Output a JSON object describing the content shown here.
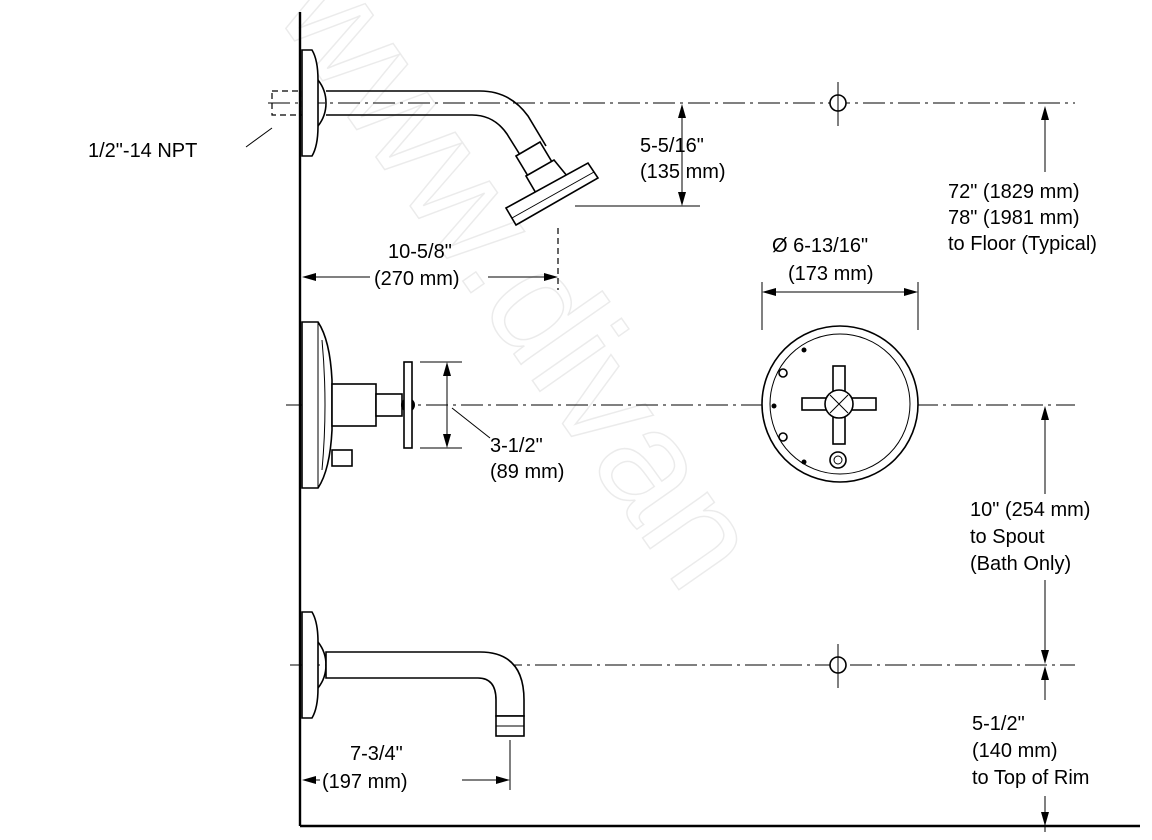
{
  "watermark": "www.divan",
  "labels": {
    "npt": "1/2\"-14 NPT",
    "shower_drop_in": "5-5/16\"",
    "shower_drop_mm": "(135 mm)",
    "arm_reach_in": "10-5/8\"",
    "arm_reach_mm": "(270 mm)",
    "head_height_1": "72\" (1829 mm)",
    "head_height_2": "78\" (1981 mm)",
    "head_height_3": "to Floor (Typical)",
    "escutcheon_dia_in": "Ø 6-13/16\"",
    "escutcheon_dia_mm": "(173 mm)",
    "handle_in": "3-1/2\"",
    "handle_mm": "(89 mm)",
    "spout_dist_1": "10\" (254 mm)",
    "spout_dist_2": "to Spout",
    "spout_dist_3": "(Bath Only)",
    "rim_1": "5-1/2\"",
    "rim_2": "(140 mm)",
    "rim_3": "to Top of Rim",
    "spout_reach_in": "7-3/4\"",
    "spout_reach_mm": "(197 mm)"
  }
}
